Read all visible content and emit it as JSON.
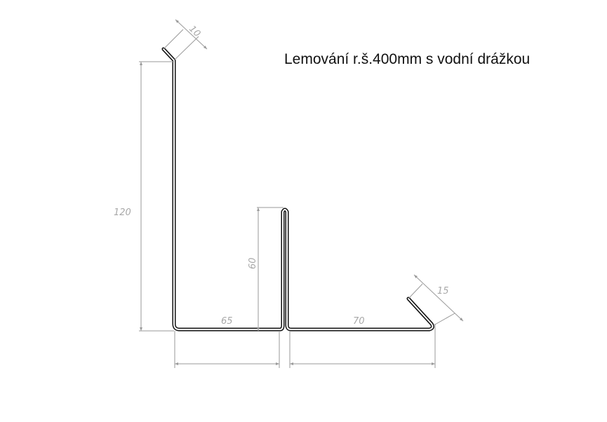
{
  "title": "Lemování r.š.400mm s vodní drážkou",
  "colors": {
    "profile": "#111111",
    "dimension_line": "#9a9a9a",
    "dimension_text": "#a8a8a8",
    "background": "#ffffff"
  },
  "dimensions": {
    "top_hem": "10",
    "wall_height": "120",
    "groove_height": "60",
    "left_base": "65",
    "right_base": "70",
    "end_hem": "15"
  },
  "units": "mm",
  "total_width": "400"
}
